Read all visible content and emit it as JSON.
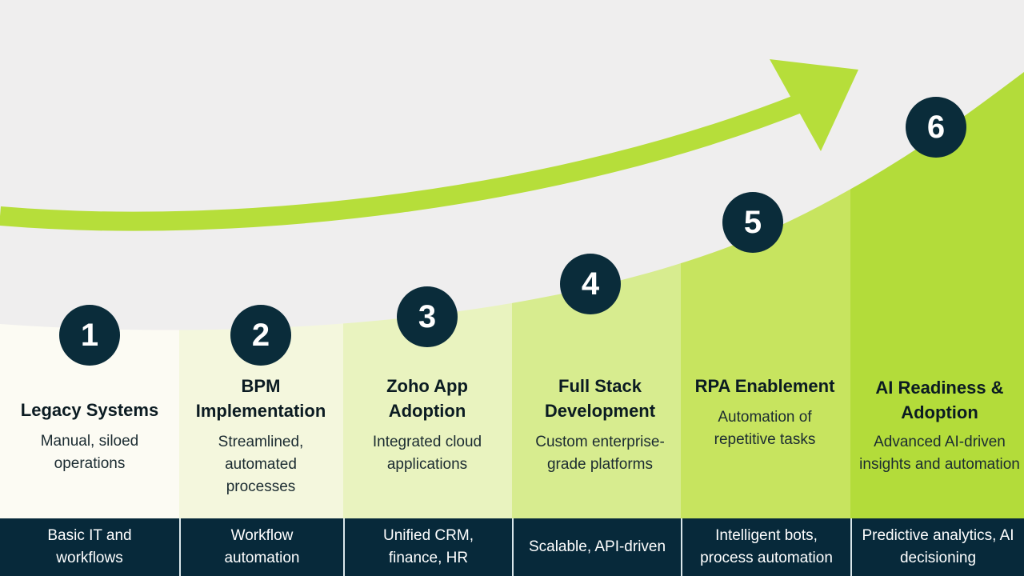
{
  "colors": {
    "background": "#efeeee",
    "arrow": "#b6de3a",
    "circle": "#0a2c3a",
    "footer": "#07293a",
    "columns": [
      "#fcfbf3",
      "#f4f7dd",
      "#e9f3bf",
      "#d7ec8f",
      "#c7e45f",
      "#b3dc3a"
    ]
  },
  "stages": [
    {
      "number": "1",
      "title": "Legacy Systems",
      "description": "Manual, siloed operations",
      "footer": "Basic IT and workflows"
    },
    {
      "number": "2",
      "title": "BPM Implementation",
      "description": "Streamlined, automated processes",
      "footer": "Workflow automation"
    },
    {
      "number": "3",
      "title": "Zoho App Adoption",
      "description": "Integrated cloud applications",
      "footer": "Unified CRM, finance, HR"
    },
    {
      "number": "4",
      "title": "Full Stack Development",
      "description": "Custom enterprise-grade platforms",
      "footer": "Scalable, API-driven"
    },
    {
      "number": "5",
      "title": "RPA Enablement",
      "description": "Automation of repetitive tasks",
      "footer": "Intelligent bots, process automation"
    },
    {
      "number": "6",
      "title": "AI Readiness & Adoption",
      "description": "Advanced AI-driven insights and automation",
      "footer": "Predictive analytics, AI decisioning"
    }
  ]
}
